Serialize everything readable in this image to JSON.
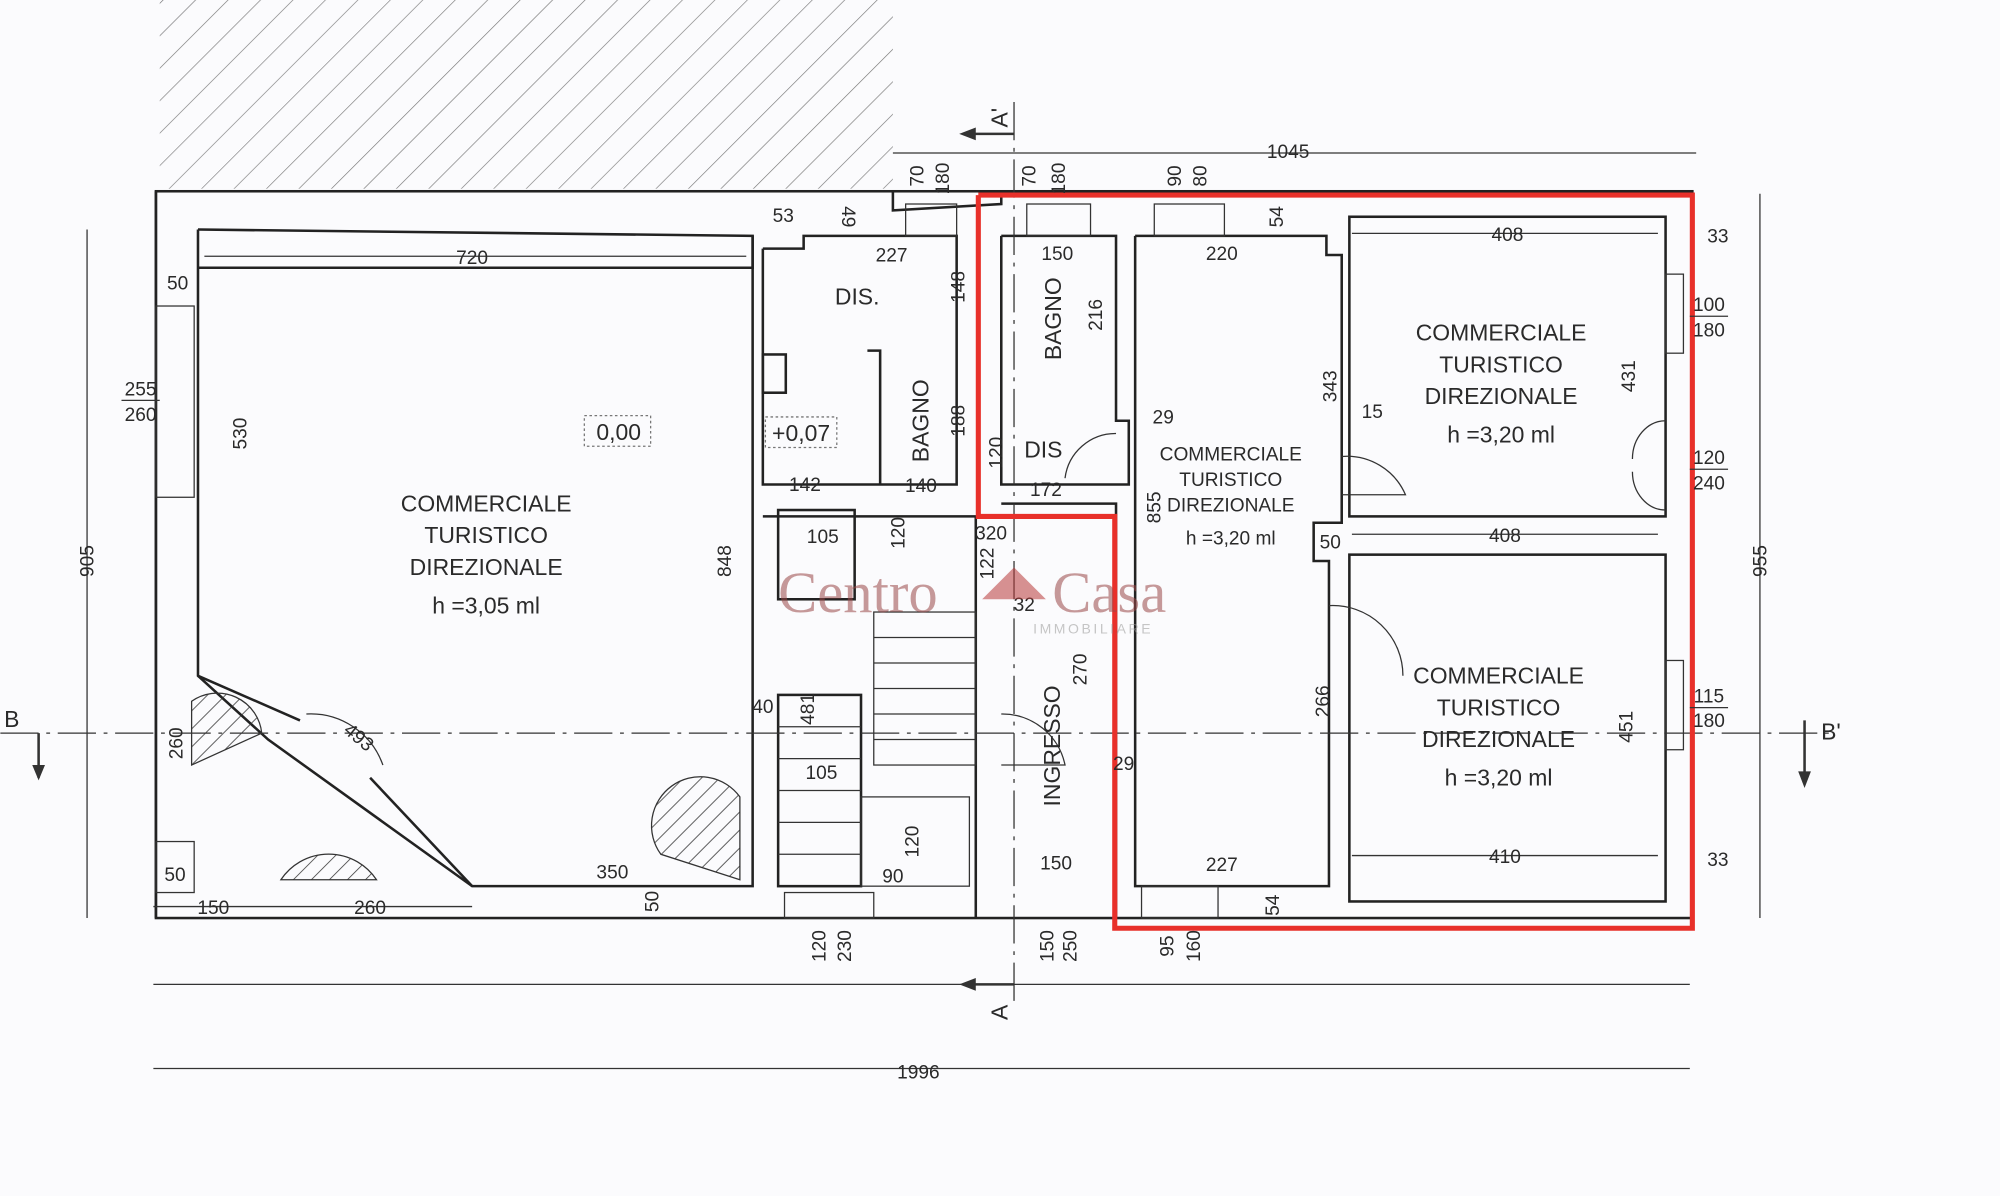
{
  "plan": {
    "sections": {
      "b_left": "B",
      "b_right": "B'",
      "a_top": "A'",
      "a_bottom": "A"
    },
    "overall": {
      "width_total": "1996",
      "top_right": "1045",
      "left_height": "905",
      "right_height": "955",
      "mid_height": "848",
      "stair_height": "855"
    },
    "rooms": {
      "main_left": {
        "l1": "COMMERCIALE",
        "l2": "TURISTICO",
        "l3": "DIREZIONALE",
        "height": "h =3,05 ml",
        "level": "0,00"
      },
      "center": {
        "l1": "COMMERCIALE",
        "l2": "TURISTICO",
        "l3": "DIREZIONALE",
        "height": "h =3,20 ml"
      },
      "top_right": {
        "l1": "COMMERCIALE",
        "l2": "TURISTICO",
        "l3": "DIREZIONALE",
        "height": "h =3,20 ml"
      },
      "bottom_right": {
        "l1": "COMMERCIALE",
        "l2": "TURISTICO",
        "l3": "DIREZIONALE",
        "height": "h =3,20 ml"
      },
      "dis_left": "DIS.",
      "dis_left_level": "+0,07",
      "bagno_left": "BAGNO",
      "bagno_right": "BAGNO",
      "dis_right": "DIS",
      "ingresso": "INGRESSO"
    },
    "dims": {
      "w1a": "70",
      "w1b": "180",
      "w2a": "70",
      "w2b": "180",
      "w3a": "90",
      "w3b": "80",
      "d53": "53",
      "d49": "49",
      "d50a": "50",
      "d720": "720",
      "d227a": "227",
      "d148": "148",
      "d150a": "150",
      "d216": "216",
      "d220": "220",
      "d54a": "54",
      "d408a": "408",
      "d33a": "33",
      "win_tr_a": "100",
      "win_tr_b": "180",
      "d431": "431",
      "d343": "343",
      "d15": "15",
      "d29a": "29",
      "win_l_a": "255",
      "win_l_b": "260",
      "d530": "530",
      "d188": "188",
      "d120a": "120",
      "d142": "142",
      "d140": "140",
      "d172": "172",
      "door_r_a": "120",
      "door_r_b": "240",
      "d105a": "105",
      "d120b": "120",
      "d320": "320",
      "d122": "122",
      "d32": "32",
      "d50b": "50",
      "d408b": "408",
      "d270": "270",
      "d40": "40",
      "d481": "481",
      "d105b": "105",
      "d266": "266",
      "d451": "451",
      "win_br_a": "115",
      "win_br_b": "180",
      "d260a": "260",
      "d493": "493",
      "d29b": "29",
      "d120c": "120",
      "d90": "90",
      "d350": "350",
      "d50c": "50",
      "d150b": "150",
      "d227b": "227",
      "d410": "410",
      "d33b": "33",
      "d150c": "150",
      "d260b": "260",
      "d50d": "50",
      "d54b": "54",
      "wb1a": "120",
      "wb1b": "230",
      "wb2a": "150",
      "wb2b": "250",
      "wb3a": "95",
      "wb3b": "160"
    },
    "watermark": {
      "brand1": "Centro",
      "brand2": "Casa",
      "sub": "IMMOBILIARE"
    },
    "highlight_color": "#e8302a"
  }
}
